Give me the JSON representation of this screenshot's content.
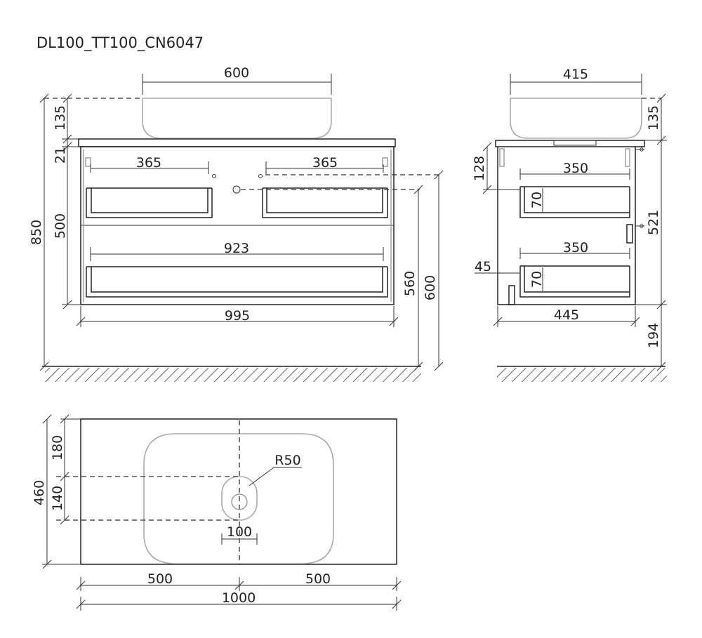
{
  "title": "DL100_TT100_CN6047",
  "front_view": {
    "basin_width": "600",
    "basin_height": "135",
    "top_thickness": "21",
    "drawer_handle_left": "365",
    "drawer_handle_right": "365",
    "upper_height": "500",
    "total_height": "850",
    "lower_handle": "923",
    "cabinet_width": "995",
    "drain_height_1": "560",
    "drain_height_2": "600"
  },
  "side_view": {
    "basin_depth": "415",
    "basin_height": "135",
    "top_drawer_depth": "128",
    "drawer_depth_1": "350",
    "drawer_height_1": "70",
    "cabinet_height": "521",
    "drawer_depth_2": "350",
    "offset": "45",
    "drawer_height_2": "70",
    "cabinet_depth": "445",
    "floor_clearance": "194"
  },
  "top_view": {
    "depth_front": "180",
    "depth_total": "460",
    "drain_spacing": "140",
    "drain_radius": "R50",
    "drain_width": "100",
    "half_left": "500",
    "half_right": "500",
    "width_total": "1000"
  }
}
